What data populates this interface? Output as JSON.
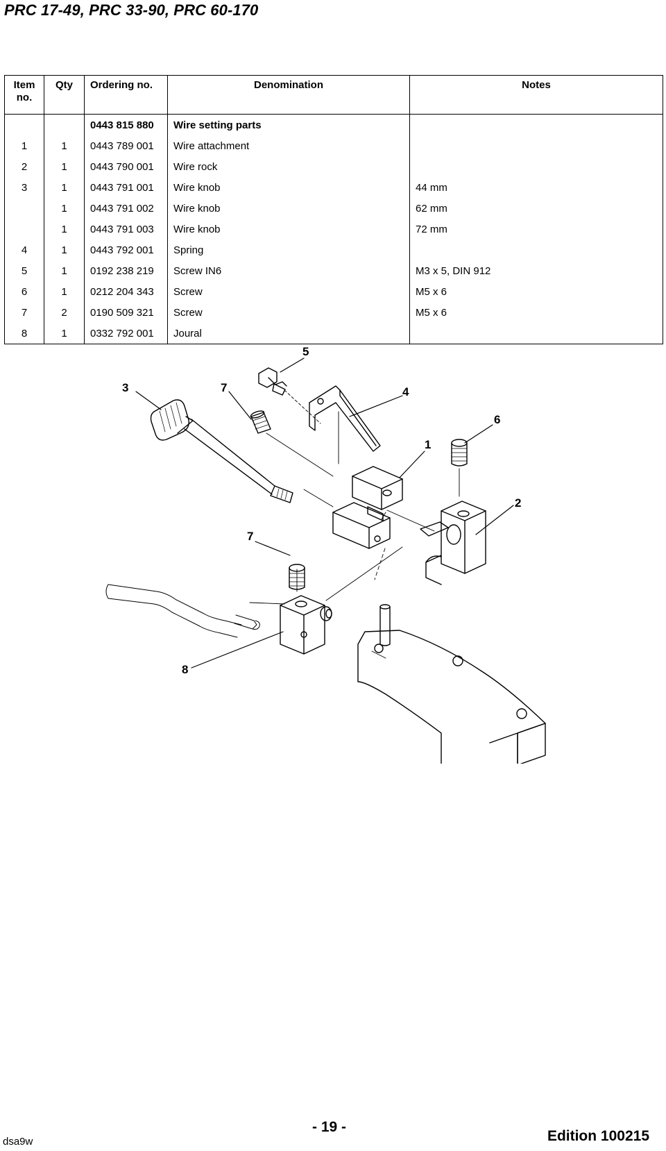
{
  "header": {
    "title": "PRC 17-49, PRC 33-90, PRC 60-170"
  },
  "table": {
    "columns": [
      "Item\nno.",
      "Qty",
      "Ordering no.",
      "Denomination",
      "Notes"
    ],
    "rows": [
      {
        "item": "",
        "qty": "",
        "ordering": "0443 815 880",
        "denomination": "Wire setting parts",
        "notes": "",
        "bold": true
      },
      {
        "item": "1",
        "qty": "1",
        "ordering": "0443 789 001",
        "denomination": "Wire attachment",
        "notes": ""
      },
      {
        "item": "2",
        "qty": "1",
        "ordering": "0443 790 001",
        "denomination": "Wire rock",
        "notes": ""
      },
      {
        "item": "3",
        "qty": "1",
        "ordering": "0443 791 001",
        "denomination": "Wire knob",
        "notes": "44 mm"
      },
      {
        "item": "",
        "qty": "1",
        "ordering": "0443 791 002",
        "denomination": "Wire knob",
        "notes": "62 mm"
      },
      {
        "item": "",
        "qty": "1",
        "ordering": "0443 791 003",
        "denomination": "Wire knob",
        "notes": "72 mm"
      },
      {
        "item": "4",
        "qty": "1",
        "ordering": "0443 792 001",
        "denomination": "Spring",
        "notes": ""
      },
      {
        "item": "5",
        "qty": "1",
        "ordering": "0192 238 219",
        "denomination": "Screw IN6",
        "notes": "M3 x 5, DIN 912"
      },
      {
        "item": "6",
        "qty": "1",
        "ordering": "0212 204 343",
        "denomination": "Screw",
        "notes": "M5 x 6"
      },
      {
        "item": "7",
        "qty": "2",
        "ordering": "0190 509 321",
        "denomination": "Screw",
        "notes": "M5 x 6"
      },
      {
        "item": "8",
        "qty": "1",
        "ordering": "0332 792 001",
        "denomination": "Joural",
        "notes": ""
      }
    ]
  },
  "diagram": {
    "callouts": {
      "c5": "5",
      "c3": "3",
      "c7a": "7",
      "c4": "4",
      "c6": "6",
      "c1": "1",
      "c2": "2",
      "c7b": "7",
      "c8": "8"
    }
  },
  "footer": {
    "left": "dsa9w",
    "page": "- 19 -",
    "edition": "Edition 100215"
  }
}
